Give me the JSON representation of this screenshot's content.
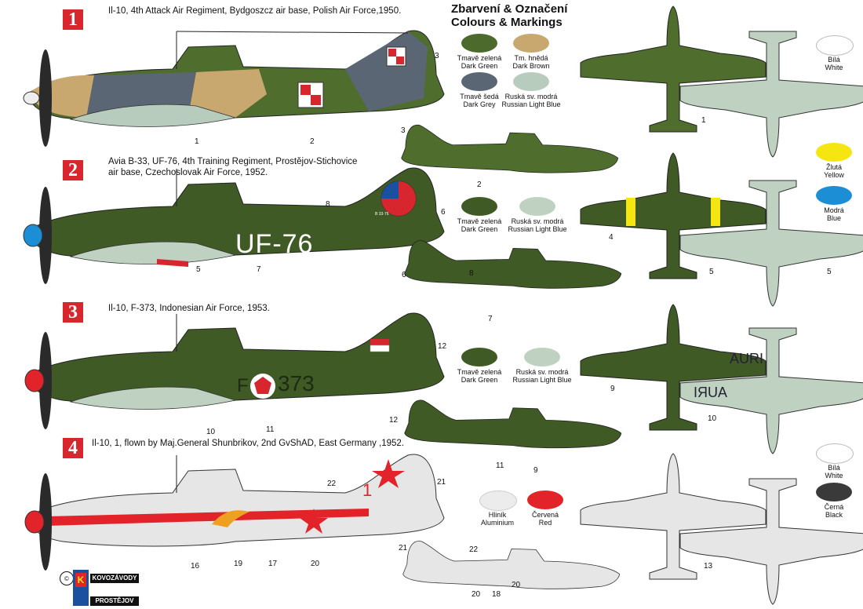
{
  "header": {
    "title_cz": "Zbarvení & Označení",
    "title_en": "Colours & Markings"
  },
  "schemes": [
    {
      "num": "1",
      "desc": "Il-10, 4th Attack Air Regiment, Bydgoszcz air base, Polish Air Force,1950.",
      "callouts": [
        "1",
        "2",
        "3"
      ]
    },
    {
      "num": "2",
      "desc_line1": "Avia B-33, UF-76, 4th Training Regiment, Prostějov-Stichovice",
      "desc_line2": "air base, Czechoslovak Air Force, 1952.",
      "code": "UF-76",
      "tail_code": "B 33-76",
      "callouts": [
        "4",
        "5",
        "6",
        "7",
        "8"
      ]
    },
    {
      "num": "3",
      "desc": "Il-10, F-373, Indonesian Air Force, 1953.",
      "code_letter": "F",
      "code_num": "373",
      "wing_code": "AURI",
      "callouts": [
        "9",
        "10",
        "11",
        "12"
      ]
    },
    {
      "num": "4",
      "desc": "Il-10, 1, flown by Maj.General Shunbrikov, 2nd GvShAD, East Germany ,1952.",
      "tail_num": "1",
      "callouts": [
        "13",
        "16",
        "17",
        "18",
        "19",
        "20",
        "21",
        "22"
      ]
    }
  ],
  "swatches": {
    "s1": [
      {
        "cz": "Tmavě zelená",
        "en": "Dark Green",
        "color": "#4b6a2c"
      },
      {
        "cz": "Tm. hnědá",
        "en": "Dark Brown",
        "color": "#c9a86f"
      },
      {
        "cz": "Tmavě šedá",
        "en": "Dark Grey",
        "color": "#5a6674"
      },
      {
        "cz": "Ruská sv. modrá",
        "en": "Russian Light Blue",
        "color": "#b8ccbd"
      },
      {
        "cz": "Bílá",
        "en": "White",
        "color": "#ffffff"
      }
    ],
    "s2": [
      {
        "cz": "Tmavě zelená",
        "en": "Dark Green",
        "color": "#3f5a24"
      },
      {
        "cz": "Ruská sv. modrá",
        "en": "Russian Light Blue",
        "color": "#bfd2c2"
      },
      {
        "cz": "Žlutá",
        "en": "Yellow",
        "color": "#f5e612"
      },
      {
        "cz": "Modrá",
        "en": "Blue",
        "color": "#1b8ed6"
      }
    ],
    "s3": [
      {
        "cz": "Tmavě zelená",
        "en": "Dark Green",
        "color": "#3f5a24"
      },
      {
        "cz": "Ruská sv. modrá",
        "en": "Russian Light Blue",
        "color": "#bfd2c2"
      }
    ],
    "s4": [
      {
        "cz": "Hliník",
        "en": "Aluminium",
        "color": "#ececec"
      },
      {
        "cz": "Červená",
        "en": "Red",
        "color": "#e2232a"
      },
      {
        "cz": "Bílá",
        "en": "White",
        "color": "#ffffff"
      },
      {
        "cz": "Černá",
        "en": "Black",
        "color": "#3a3a3a"
      }
    ]
  },
  "logo": {
    "top": "KOVOZÁVODY",
    "bottom": "PROSTĚJOV",
    "mark": "K"
  }
}
